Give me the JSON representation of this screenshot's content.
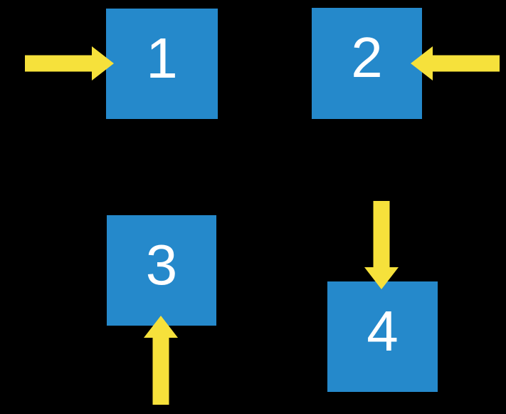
{
  "colors": {
    "background": "#000000",
    "box_fill": "#2589CB",
    "arrow_fill": "#F6E13B",
    "label": "#FFFFFF"
  },
  "boxes": [
    {
      "label": "1",
      "arrow_direction": "right",
      "arrow_side": "left"
    },
    {
      "label": "2",
      "arrow_direction": "left",
      "arrow_side": "right"
    },
    {
      "label": "3",
      "arrow_direction": "up",
      "arrow_side": "bottom"
    },
    {
      "label": "4",
      "arrow_direction": "down",
      "arrow_side": "top"
    }
  ]
}
